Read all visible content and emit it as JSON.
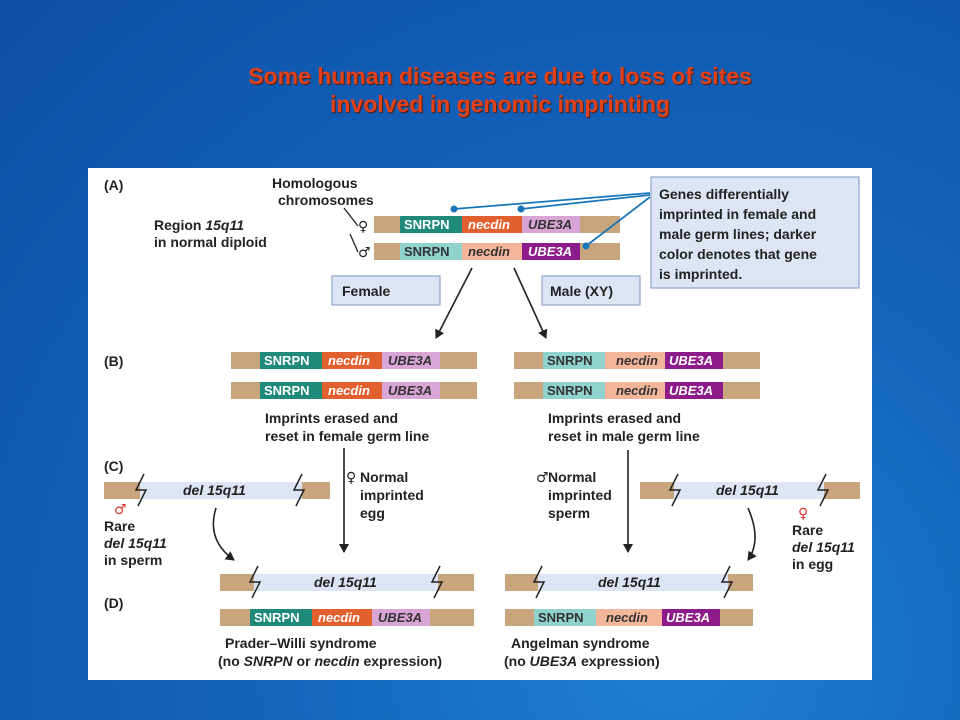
{
  "title": {
    "line1": "Some human diseases are due to loss of sites",
    "line2": "involved in genomic imprinting"
  },
  "colors": {
    "background": "#1566bf",
    "title": "#e0401a",
    "chromosome": "#c9a57e",
    "snrpn_dark": "#1f8a7a",
    "snrpn_light": "#8fd3cc",
    "necdin_dark": "#e2602e",
    "necdin_light": "#f4b69a",
    "ube3a_dark": "#8e1b8a",
    "ube3a_light": "#d9a5d6",
    "deletion": "#dde4f3",
    "callout": "#dde4f3"
  },
  "panel_a": {
    "label": "(A)",
    "homologous_line1": "Homologous",
    "homologous_line2": "chromosomes",
    "region_line1_prefix": "Region ",
    "region_line1_italic": "15q11",
    "region_line2": "in normal diploid",
    "female_symbol": "♀",
    "male_symbol": "♂",
    "callout_lines": [
      "Genes differentially",
      "imprinted in female and",
      "male germ lines; darker",
      "color denotes that gene",
      "is imprinted."
    ],
    "female_box": "Female",
    "male_box": "Male (XY)"
  },
  "genes": {
    "snrpn": "SNRPN",
    "necdin": "necdin",
    "ube3a": "UBE3A"
  },
  "panel_b": {
    "label": "(B)",
    "female_caption_line1": "Imprints erased and",
    "female_caption_line2": "reset in female germ line",
    "male_caption_line1": "Imprints erased and",
    "male_caption_line2": "reset in male germ line"
  },
  "panel_c": {
    "label": "(C)",
    "deletion_label": "del 15q11",
    "left_symbol": "♂",
    "left_line1": "Rare",
    "left_line2": "del 15q11",
    "left_line3": "in sperm",
    "normal_egg_symbol": "♀",
    "normal_egg_line1": "Normal",
    "normal_egg_line2": "imprinted",
    "normal_egg_line3": "egg",
    "normal_sperm_symbol": "♂",
    "normal_sperm_line1": "Normal",
    "normal_sperm_line2": "imprinted",
    "normal_sperm_line3": "sperm",
    "right_symbol": "♀",
    "right_line1": "Rare",
    "right_line2": "del 15q11",
    "right_line3": "in egg"
  },
  "panel_d": {
    "label": "(D)",
    "pws_line1": "Prader–Willi syndrome",
    "pws_line2_prefix": "(no ",
    "pws_line2_gene1": "SNRPN",
    "pws_line2_mid": " or ",
    "pws_line2_gene2": "necdin",
    "pws_line2_suffix": " expression)",
    "as_line1": "Angelman syndrome",
    "as_line2_prefix": "(no ",
    "as_line2_gene": "UBE3A",
    "as_line2_suffix": " expression)"
  }
}
